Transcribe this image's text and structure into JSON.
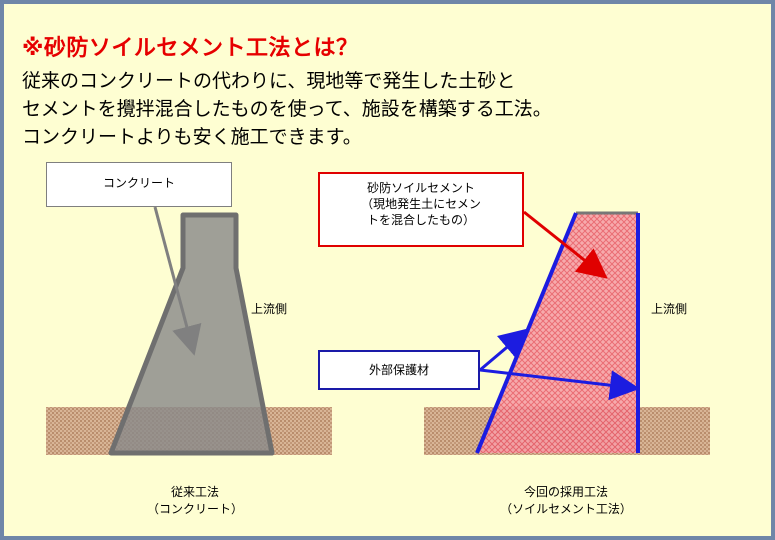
{
  "title": "※砂防ソイルセメント工法とは？",
  "paragraph": [
    "従来のコンクリートの代わりに、現地等で発生した土砂と",
    "セメントを攪拌混合したものを使って、施設を構築する工法。",
    "コンクリートよりも安く施工できます。"
  ],
  "diagram": {
    "concrete_label": "コンクリート",
    "soil_cement_label": "砂防ソイルセメント\n（現地発生土にセメン\nトを混合したもの）",
    "protection_label": "外部保護材",
    "upstream_left": "上流側",
    "upstream_right": "上流側",
    "caption_left_line1": "従来工法",
    "caption_left_line2": "（コンクリート）",
    "caption_right_line1": "今回の採用工法",
    "caption_right_line2": "（ソイルセメント工法）",
    "colors": {
      "ground": "#c89a78",
      "concrete": "#8a8a8a",
      "soil_cement": "#f07a82",
      "protection": "#1c1ce0",
      "arrow_red": "#e00000",
      "arrow_gray": "#808080"
    }
  }
}
